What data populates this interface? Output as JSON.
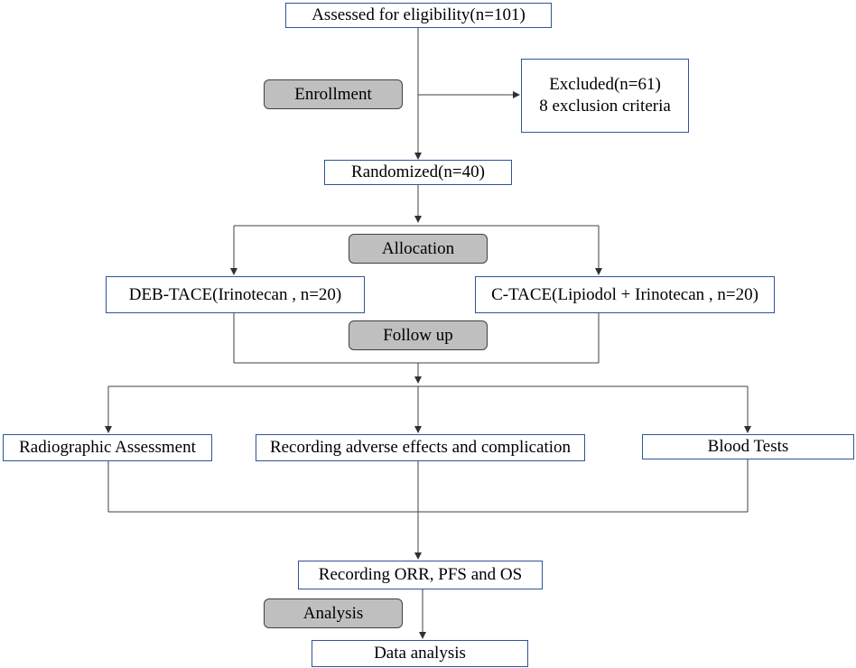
{
  "stages": {
    "enrollment": "Enrollment",
    "allocation": "Allocation",
    "follow_up": "Follow up",
    "analysis": "Analysis"
  },
  "boxes": {
    "assessed": "Assessed for eligibility(n=101)",
    "excluded_line1": "Excluded(n=61)",
    "excluded_line2": "8 exclusion criteria",
    "randomized": "Randomized(n=40)",
    "deb_tace": "DEB-TACE(Irinotecan , n=20)",
    "c_tace": "C-TACE(Lipiodol + Irinotecan , n=20)",
    "radiographic": "Radiographic Assessment",
    "adverse": "Recording adverse effects and complication",
    "blood": "Blood Tests",
    "recording_outcomes": "Recording ORR, PFS and OS",
    "data_analysis": "Data analysis"
  },
  "colors": {
    "box_border": "#2f5597",
    "stage_fill": "#bfbfbf",
    "line": "#404040"
  }
}
